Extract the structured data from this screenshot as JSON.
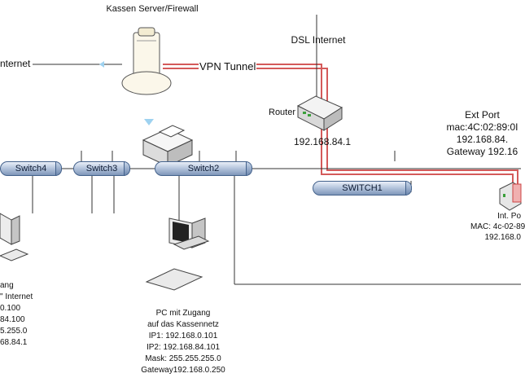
{
  "labels": {
    "server": "Kassen Server/Firewall",
    "internet_left": "nternet",
    "vpn": "VPN Tunnel",
    "dsl": "DSL Internet",
    "router": "Router",
    "router_ip": "192.168.84.1",
    "ext_port": [
      "Ext Port",
      "mac:4C:02:89:0I",
      "192.168.84.",
      "Gateway 192.16"
    ],
    "int_port": [
      "Int. Po",
      "MAC: 4c-02-89",
      "192.168.0"
    ],
    "left_pc": [
      "ang",
      "\" Internet",
      "0.100",
      "84.100",
      "5.255.0",
      "68.84.1"
    ],
    "center_pc": [
      "PC mit Zugang",
      "auf das Kassennetz",
      "IP1: 192.168.0.101",
      "IP2: 192.168.84.101",
      "Mask: 255.255.255.0",
      "Gateway192.168.0.250"
    ]
  },
  "switches": {
    "switch4": "Switch4",
    "switch3": "Switch3",
    "switch2": "Switch2",
    "switch1": "SWITCH1"
  },
  "colors": {
    "vpn_line": "#d45a5a",
    "cable": "#333333",
    "switch_fill": "#9fb3d1",
    "switch_border": "#44628c"
  }
}
